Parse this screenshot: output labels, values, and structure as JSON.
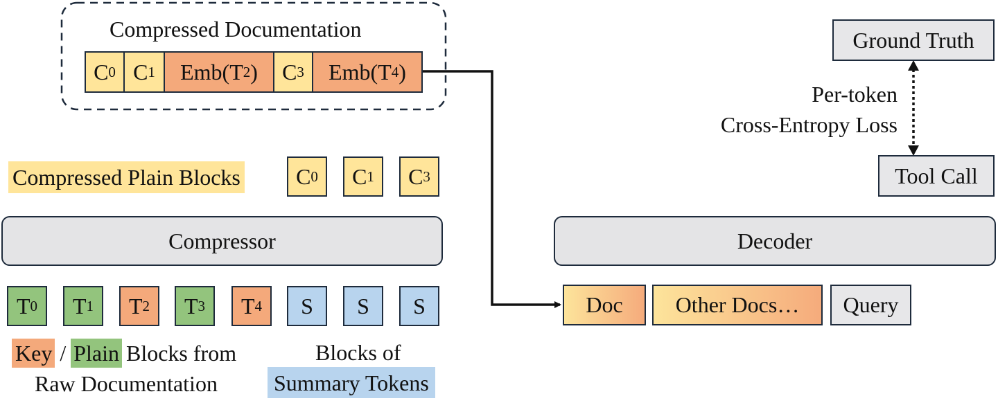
{
  "compressed_documentation": {
    "title": "Compressed Documentation",
    "blocks": [
      {
        "prefix": "C",
        "sub": "0",
        "suffix": ""
      },
      {
        "prefix": "C",
        "sub": "1",
        "suffix": ""
      },
      {
        "prefix": "Emb(T",
        "sub": "2",
        "suffix": ")"
      },
      {
        "prefix": "C",
        "sub": "3",
        "suffix": ""
      },
      {
        "prefix": "Emb(T",
        "sub": "4",
        "suffix": ")"
      }
    ]
  },
  "compressed_plain_blocks": {
    "label": "Compressed Plain Blocks",
    "blocks": [
      {
        "prefix": "C",
        "sub": "0"
      },
      {
        "prefix": "C",
        "sub": "1"
      },
      {
        "prefix": "C",
        "sub": "3"
      }
    ]
  },
  "compressor": {
    "label": "Compressor"
  },
  "decoder": {
    "label": "Decoder"
  },
  "raw_tokens": [
    {
      "prefix": "T",
      "sub": "0"
    },
    {
      "prefix": "T",
      "sub": "1"
    },
    {
      "prefix": "T",
      "sub": "2"
    },
    {
      "prefix": "T",
      "sub": "3"
    },
    {
      "prefix": "T",
      "sub": "4"
    },
    {
      "prefix": "S",
      "sub": ""
    },
    {
      "prefix": "S",
      "sub": ""
    },
    {
      "prefix": "S",
      "sub": ""
    }
  ],
  "legend": {
    "key": "Key",
    "slash": "/",
    "plain": "Plain",
    "blocks_from": "Blocks from",
    "raw_documentation": "Raw Documentation",
    "blocks_of": "Blocks of",
    "summary_tokens": "Summary Tokens"
  },
  "decoder_inputs": {
    "doc": "Doc",
    "other_docs": "Other Docs…",
    "query": "Query"
  },
  "ground_truth": "Ground Truth",
  "tool_call": "Tool Call",
  "loss": {
    "line1": "Per-token",
    "line2": "Cross-Entropy Loss"
  },
  "colors": {
    "compressed": "#ffe59a",
    "key": "#f4a97b",
    "plain": "#93c47d",
    "summary": "#b8d4ee",
    "module": "#e4e4e6",
    "border": "#1e2b3c"
  }
}
